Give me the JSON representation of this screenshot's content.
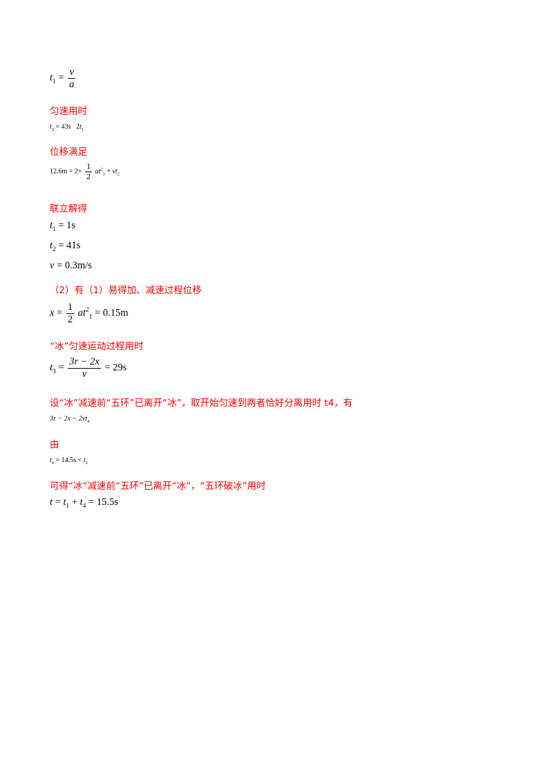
{
  "content": {
    "eq_t1_def": {
      "lhs": "t",
      "sub": "1",
      "op": "=",
      "num": "v",
      "den": "a"
    },
    "label_uniform_time": "匀速用时",
    "eq_t2": {
      "lhs": "t",
      "sub": "2",
      "op": "=",
      "value": "43s",
      "rhs_coef": "2",
      "rhs_var": "t",
      "rhs_sub": "1"
    },
    "label_displacement": "位移满足",
    "eq_displacement": {
      "lhs": "12.6m",
      "op": "=",
      "coef": "2×",
      "num": "1",
      "den": "2",
      "term1": "at",
      "term1_sub": "1",
      "term1_sup": "2",
      "plus": "+",
      "term2": "vt",
      "term2_sub": "2"
    },
    "label_solve": "联立解得",
    "sol_t1": {
      "var": "t",
      "sub": "1",
      "op": "=",
      "value": "1s"
    },
    "sol_t2": {
      "var": "t",
      "sub": "2",
      "op": "=",
      "value": "41s"
    },
    "sol_v": {
      "var": "v",
      "op": "=",
      "value": "0.3m/s"
    },
    "label_part2": "（2）有（1）易得加、减速过程位移",
    "eq_x": {
      "var": "x",
      "op": "=",
      "num": "1",
      "den": "2",
      "term": "at",
      "term_sub": "1",
      "term_sup": "2",
      "op2": "=",
      "value": "0.15m"
    },
    "label_ice_uniform": "“冰”匀速运动过程用时",
    "eq_t3": {
      "var": "t",
      "sub": "3",
      "op": "=",
      "num": "3r − 2x",
      "den": "v",
      "op2": "=",
      "value": "29s"
    },
    "label_assume": "设“冰”减速前“五环”已离开“冰”，取开始匀速到两者恰好分离用时 t4，有",
    "eq_assume": {
      "text1": "3r",
      "text2": " − 2x − 2vt",
      "sub": "4"
    },
    "label_from": "由",
    "eq_t4": {
      "var": "t",
      "sub": "4",
      "op": "=",
      "value": "14.5s",
      "rel": "<",
      "rhs_var": "t",
      "rhs_sub": "3"
    },
    "label_conclusion": "可得“冰”减速前“五环”已离开“冰”，“五环破冰”用时",
    "eq_final": {
      "var": "t",
      "op": "=",
      "a": "t",
      "a_sub": "1",
      "plus": "+",
      "b": "t",
      "b_sub": "4",
      "op2": "=",
      "value": "15.5s"
    }
  }
}
